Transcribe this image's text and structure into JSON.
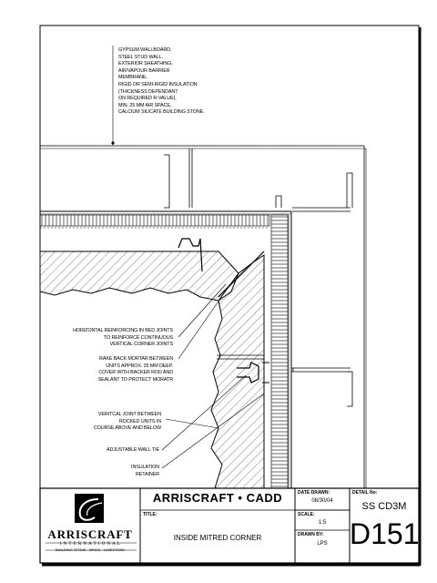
{
  "notes": {
    "top_callout": "GYPSUM WALLBOARD,\nSTEEL STUD WALL,\nEXTERIOR SHEATHING,\nAIR/VAPOUR BARRIER\nMEMBRANE,\nRIGID OR SEMI-RIGID INSULATION\n(THICKNESS DEPENDANT\nON REQUIRED R-VALUE),\nMIN. 25 MM AIR SPACE,\nCALCIUM SILICATE BUILDING STONE.",
    "reinforcing": "HORIZONTAL REINFORCING IN BED JOINTS\nTO REINFORCE CONTINUOUS\nVERTICAL CORNER JOINTS",
    "rake_back": "RAKE BACK MORTAR BETWEEN\nUNITS APPROX. 25 MM DEEP.\nCOVER WITH BACKER ROD AND\nSEALANT TO PROTECT MORATR",
    "vertical_joint": "VERITCAL JOINT BETWEEN\nROCKED UNITS IN\nCOURSE ABOVE AND BELOW",
    "wall_tie": "ADJUSTABLE WALL TIE",
    "insulation": "INSULATION\nRETAINER"
  },
  "title_block": {
    "company": "ARRISCRAFT • CADD",
    "logo_name": "ARRISCRAFT",
    "logo_sub": "I N T E R N A T I O N A L",
    "logo_tagline": "BUILDING STONE - BRICK - LIMESTONE",
    "title_label": "TITLE:",
    "title": "INSIDE MITRED CORNER",
    "date_label": "DATE DRAWN:",
    "date": "08/30/04",
    "scale_label": "SCALE:",
    "scale": "1:5",
    "drawn_label": "DRAWN BY:",
    "drawn_by": "LPS",
    "detail_label": "DETAIL No:",
    "detail_code": "SS CD3M",
    "detail_number": "D151"
  }
}
